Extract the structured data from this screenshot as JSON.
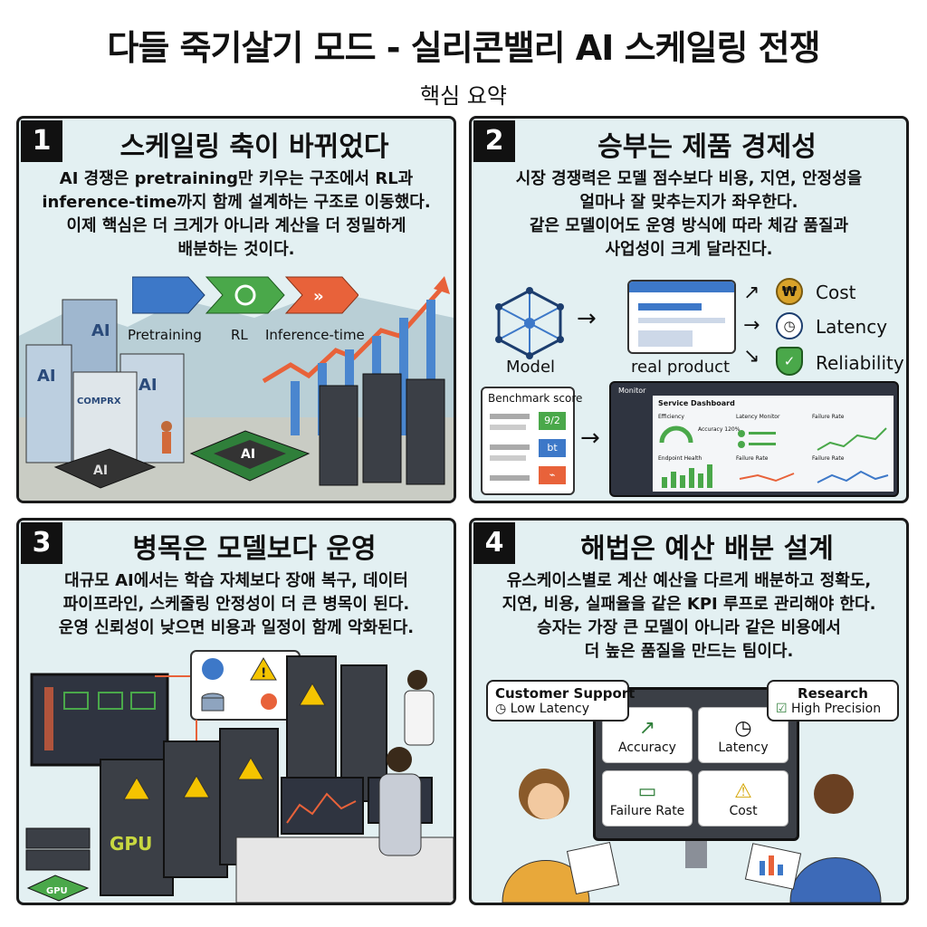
{
  "header": {
    "title": "다들 죽기살기 모드 - 실리콘밸리 AI 스케일링 전쟁",
    "subtitle": "핵심 요약"
  },
  "panels": [
    {
      "number": "1",
      "title": "스케일링 축이 바뀌었다",
      "body": [
        "AI 경쟁은 pretraining만 키우는 구조에서 RL과",
        "inference-time까지 함께 설계하는 구조로 이동했다.",
        "이제 핵심은 더 크게가 아니라 계산을 더 정밀하게",
        "배분하는 것이다."
      ],
      "illustration": {
        "steps": [
          "Pretraining",
          "RL",
          "Inference-time"
        ],
        "building_signs": [
          "AI",
          "AI",
          "AI",
          "COMPRX"
        ],
        "chip_labels": [
          "AI",
          "AI"
        ]
      }
    },
    {
      "number": "2",
      "title": "승부는 제품 경제성",
      "body": [
        "시장 경쟁력은 모델 점수보다 비용, 지연, 안정성을",
        "얼마나 잘 맞추는지가 좌우한다.",
        "같은 모델이어도 운영 방식에 따라 체감 품질과",
        "사업성이 크게 달라진다."
      ],
      "illustration": {
        "model_label": "Model",
        "product_label": "real product",
        "metrics": [
          "Cost",
          "Latency",
          "Reliability"
        ],
        "benchmark_title": "Benchmark score",
        "benchmark_badges": [
          "9/2",
          "bt",
          "⌁"
        ],
        "dashboard_title": "Service Dashboard",
        "dashboard_brand": "Monitor",
        "dashboard_cards": [
          "Efficiency",
          "Latency Monitor",
          "Failure Rate",
          "Endpoint Health",
          "Failure Rate",
          "Failure Rate"
        ],
        "accuracy_text": "Accuracy 120%"
      }
    },
    {
      "number": "3",
      "title": "병목은 모델보다 운영",
      "body": [
        "대규모 AI에서는 학습 자체보다 장애 복구, 데이터",
        "파이프라인, 스케줄링 안정성이 더 큰 병목이 된다.",
        "운영 신뢰성이 낮으면 비용과 일정이 함께 악화된다."
      ],
      "illustration": {
        "rack_label": "GPU",
        "chip_label": "GPU"
      }
    },
    {
      "number": "4",
      "title": "해법은 예산 배분 설계",
      "body": [
        "유스케이스별로 계산 예산을 다르게 배분하고 정확도,",
        "지연, 비용, 실패율을 같은 KPI 루프로 관리해야 한다.",
        "승자는 가장 큰 모델이 아니라 같은 비용에서",
        "더 높은 품질을 만드는 팀이다."
      ],
      "illustration": {
        "left_bubble": {
          "title": "Customer Support",
          "sub": "Low Latency"
        },
        "right_bubble": {
          "title": "Research",
          "sub": "High Precision"
        },
        "kpis": [
          "Accuracy",
          "Latency",
          "Failure Rate",
          "Cost"
        ]
      }
    }
  ],
  "colors": {
    "panel_bg": "#e3f0f2",
    "blue": "#3d78c8",
    "green": "#4aa84a",
    "orange": "#e8623a",
    "warning": "#f5c400"
  }
}
